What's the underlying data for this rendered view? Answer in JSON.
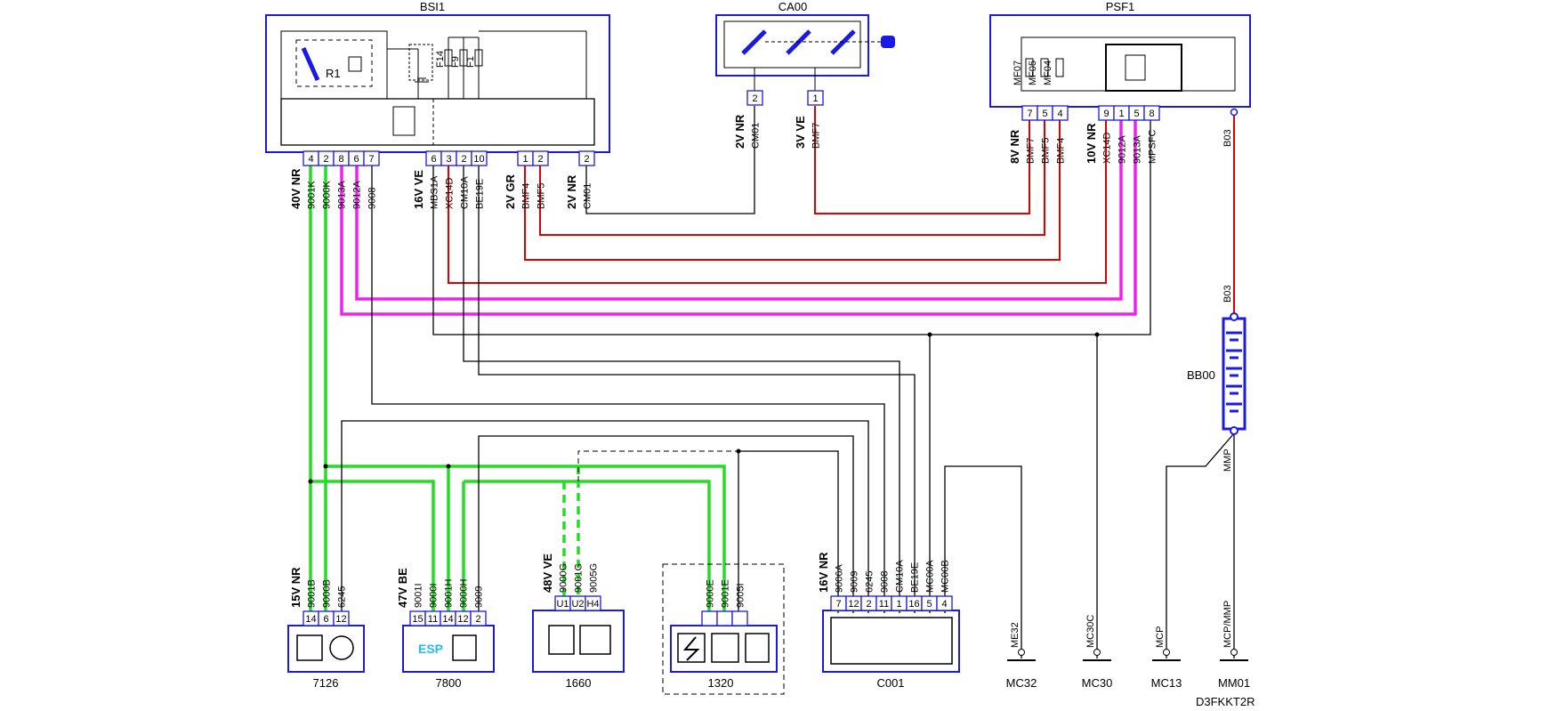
{
  "components": {
    "bsi1": "BSI1",
    "ca00": "CA00",
    "psf1": "PSF1",
    "c7126": "7126",
    "c7800": "7800",
    "c1660": "1660",
    "c1320": "1320",
    "c001": "C001",
    "bb00": "BB00",
    "esp": "ESP",
    "r1": "R1"
  },
  "fuses": {
    "f14": "F14",
    "f9": "F9",
    "f1": "F1",
    "mf07": "MF07",
    "mf05": "MF05",
    "mf04": "MF04"
  },
  "connectors": {
    "bsi_left": "40V NR",
    "bsi_mid": "16V VE",
    "bsi_gr": "2V GR",
    "bsi_nr": "2V NR",
    "ca_left": "2V NR",
    "ca_ve": "3V VE",
    "psf_8v": "8V NR",
    "psf_10v": "10V NR",
    "c7126": "15V NR",
    "c7800": "47V BE",
    "c1660": "48V VE",
    "c001": "16V NR"
  },
  "pins": {
    "bsi_left": [
      "4",
      "2",
      "8",
      "6",
      "7"
    ],
    "bsi_mid": [
      "6",
      "3",
      "2",
      "10"
    ],
    "bsi_gr": [
      "1",
      "2"
    ],
    "bsi_nr": [
      "2"
    ],
    "ca_left": [
      "2"
    ],
    "ca_ve": [
      "1"
    ],
    "psf_8v": [
      "7",
      "5",
      "4"
    ],
    "psf_10v": [
      "9",
      "1",
      "5",
      "8"
    ],
    "c7126": [
      "14",
      "6",
      "12"
    ],
    "c7800": [
      "15",
      "11",
      "14",
      "12",
      "2"
    ],
    "c1660": [
      "U1",
      "U2",
      "H4"
    ],
    "c1320": [],
    "c001": [
      "7",
      "12",
      "2",
      "11",
      "1",
      "16",
      "5",
      "4"
    ]
  },
  "wires": {
    "bsi_left": [
      "9001K",
      "9000K",
      "9013A",
      "9012A",
      "9008"
    ],
    "bsi_mid": [
      "MBS1A",
      "XC14D",
      "CM10A",
      "BE19E"
    ],
    "bsi_gr": [
      "BMF4",
      "BMF5"
    ],
    "bsi_nr": [
      "CM01"
    ],
    "ca_left": [
      "CM01"
    ],
    "ca_ve": [
      "BMF7"
    ],
    "psf_8v": [
      "BMF7",
      "BMF5",
      "BMF4"
    ],
    "psf_10v": [
      "XC14D",
      "9012A",
      "9013A",
      "MPSFC"
    ],
    "c7126": [
      "9001B",
      "9000B",
      "6245"
    ],
    "c7800": [
      "9001I",
      "9000I",
      "9001H",
      "9000H",
      "9009"
    ],
    "c1660": [
      "9000G",
      "9001G",
      "9005G"
    ],
    "c1320": [
      "9000E",
      "9001E",
      "9005I"
    ],
    "c001": [
      "9006A",
      "9009",
      "6245",
      "9008",
      "CM10A",
      "BE19E",
      "MC00A",
      "MC00B"
    ]
  },
  "b03_top": "B03",
  "b03_bottom": "B03",
  "mmp_label": "MMP",
  "grounds": [
    {
      "wire": "ME32",
      "name": "MC32"
    },
    {
      "wire": "MC30C",
      "name": "MC30"
    },
    {
      "wire": "MCP",
      "name": "MC13"
    },
    {
      "wire": "MCP/MMP",
      "name": "MM01"
    }
  ],
  "ref": "D3FKKT2R",
  "colors": {
    "frame": "#1a1ae6",
    "green": "#22dd22",
    "magenta": "#ee22ee",
    "red": "#e00000",
    "black": "#000000",
    "grey": "#555555"
  }
}
